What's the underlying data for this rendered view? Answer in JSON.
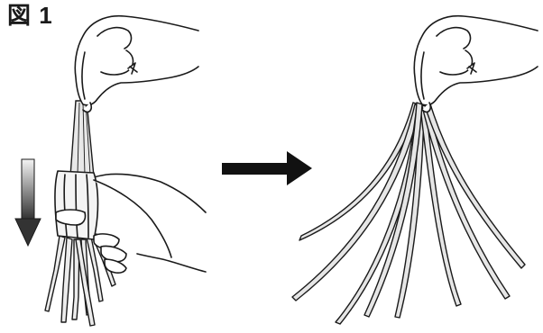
{
  "figure": {
    "label": "図 1"
  },
  "colors": {
    "line": "#1a1a1a",
    "strip_fill": "#e6e6e6",
    "arrow": "#111111",
    "down_arrow_top": "#f2f2f2",
    "down_arrow_bottom": "#3a3a3a"
  },
  "icons": {
    "left_panel": "hand-pulling-strips-illustration",
    "right_panel": "hand-holding-fanned-strips-illustration",
    "transition": "arrow-right-icon",
    "pull_direction": "arrow-down-icon"
  }
}
